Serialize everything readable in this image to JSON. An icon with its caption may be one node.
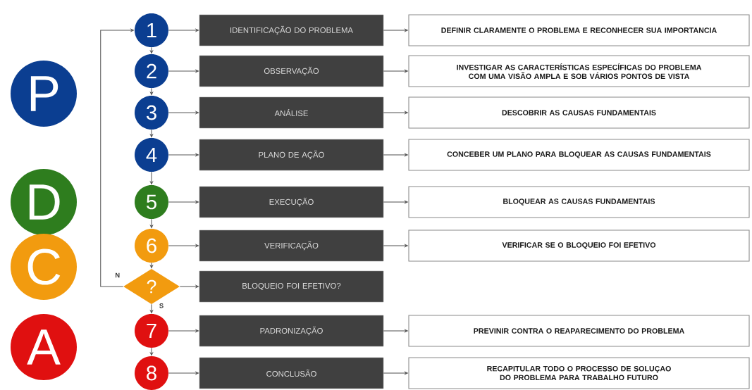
{
  "diagram": {
    "nodes": [
      {
        "text": [
          "P"
        ]
      },
      {
        "text": [
          "D"
        ]
      },
      {
        "text": [
          "C"
        ]
      },
      {
        "text": [
          "A"
        ]
      },
      {
        "text": [
          "1"
        ]
      },
      {
        "text": [
          "IDENTIFICAÇÃO DO PROBLEMA"
        ]
      },
      {
        "text": [
          "DEFINIR CLARAMENTE O PROBLEMA E RECONHECER SUA IMPORTANCIA"
        ]
      },
      {
        "text": [
          "2"
        ]
      },
      {
        "text": [
          "OBSERVAÇÃO"
        ]
      },
      {
        "text": [
          "INVESTIGAR AS CARACTERÍSTICAS ESPECÍFICAS DO PROBLEMA COM UMA VISÃO AMPLA E SOB VÁRIOS PONTOS DE VISTA"
        ]
      },
      {
        "text": [
          "3"
        ]
      },
      {
        "text": [
          "ANÁLISE"
        ]
      },
      {
        "text": [
          "DESCOBRIR AS CAUSAS FUNDAMENTAIS"
        ]
      },
      {
        "text": [
          "4"
        ]
      },
      {
        "text": [
          "PLANO DE AÇÃO"
        ]
      },
      {
        "text": [
          "CONCEBER UM PLANO PARA BLOQUEAR AS CAUSAS FUNDAMENTAIS"
        ]
      },
      {
        "text": [
          "5"
        ]
      },
      {
        "text": [
          "EXECUÇÃO"
        ]
      },
      {
        "text": [
          "BLOQUEAR AS CAUSAS FUNDAMENTAIS"
        ]
      },
      {
        "text": [
          "6"
        ]
      },
      {
        "text": [
          "VERIFICAÇÃO"
        ]
      },
      {
        "text": [
          "VERIFICAR SE O BLOQUEIO FOI EFETIVO"
        ]
      },
      {
        "text": [
          "?"
        ]
      },
      {
        "text": [
          "BLOQUEIO FOI EFETIVO?"
        ]
      },
      {
        "text": [
          "7"
        ]
      },
      {
        "text": [
          "PADRONIZAÇÃO"
        ]
      },
      {
        "text": [
          "PREVINIR CONTRA O REAPARECIMENTO DO PROBLEMA"
        ]
      },
      {
        "text": [
          "8"
        ]
      },
      {
        "text": [
          "CONCLUSÃO"
        ]
      },
      {
        "text": [
          "RECAPITULAR TODO O PROCESSO DE SOLUÇAO DO PROBLEMA PARA TRABALHO FUTURO"
        ]
      }
    ],
    "edges": [
      {
        "from": 4,
        "to": 5,
        "arrow": "to"
      },
      {
        "from": 5,
        "to": 6,
        "arrow": "to"
      },
      {
        "from": 7,
        "to": 8,
        "arrow": "to"
      },
      {
        "from": 8,
        "to": 9,
        "arrow": "to"
      },
      {
        "from": 10,
        "to": 11,
        "arrow": "to"
      },
      {
        "from": 11,
        "to": 12,
        "arrow": "to"
      },
      {
        "from": 13,
        "to": 14,
        "arrow": "to"
      },
      {
        "from": 14,
        "to": 15,
        "arrow": "to"
      },
      {
        "from": 16,
        "to": 17,
        "arrow": "to"
      },
      {
        "from": 17,
        "to": 18,
        "arrow": "to"
      },
      {
        "from": 19,
        "to": 20,
        "arrow": "to"
      },
      {
        "from": 20,
        "to": 21,
        "arrow": "to"
      },
      {
        "from": 22,
        "to": 23,
        "arrow": "to"
      },
      {
        "from": 24,
        "to": 25,
        "arrow": "to"
      },
      {
        "from": 25,
        "to": 26,
        "arrow": "to"
      },
      {
        "from": 27,
        "to": 28,
        "arrow": "to"
      },
      {
        "from": 28,
        "to": 29,
        "arrow": "to"
      },
      {
        "from": 4,
        "to": 7,
        "arrow": "to"
      },
      {
        "from": 7,
        "to": 10,
        "arrow": "to"
      },
      {
        "from": 10,
        "to": 13,
        "arrow": "to"
      },
      {
        "from": 13,
        "to": 16,
        "arrow": "to"
      },
      {
        "from": 16,
        "to": 19,
        "arrow": "to"
      },
      {
        "from": 19,
        "to": 22,
        "arrow": "to"
      },
      {
        "from": 22,
        "to": 24,
        "label": "S",
        "arrow": "to"
      },
      {
        "from": 22,
        "to": 4,
        "label": "N",
        "arrow": "to"
      },
      {
        "from": 24,
        "to": 27,
        "arrow": "to"
      }
    ]
  }
}
